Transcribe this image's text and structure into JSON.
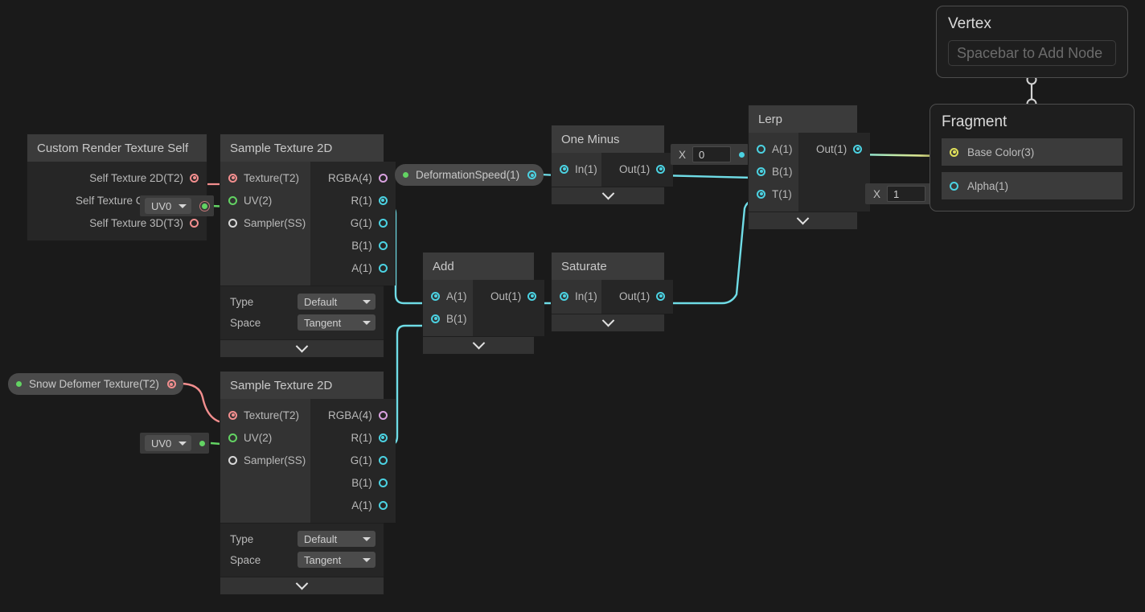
{
  "app": {
    "kind": "shader-graph-editor",
    "background": "#1a1a1a"
  },
  "colors": {
    "texture_port": "#f28e8e",
    "uv_port": "#63d363",
    "vector1_port": "#4bd2e2",
    "vector4_port": "#d9a2e0",
    "basecolor_port": "#e0e05a",
    "node_title_bg": "#3b3b3b",
    "node_body_bg": "#262626",
    "input_col_bg": "#333333"
  },
  "nodes": {
    "custom_render_texture_self": {
      "title": "Custom Render Texture Self",
      "inputs": [],
      "outputs": [
        {
          "label": "Self Texture 2D(T2)",
          "type": "texture",
          "connected": true
        },
        {
          "label": "Self Texture Cube(TC)",
          "type": "texture",
          "connected": false
        },
        {
          "label": "Self Texture 3D(T3)",
          "type": "texture",
          "connected": false
        }
      ]
    },
    "sample_texture_2d_top": {
      "title": "Sample Texture 2D",
      "inputs": [
        {
          "label": "Texture(T2)",
          "type": "texture",
          "connected": true
        },
        {
          "label": "UV(2)",
          "type": "uv",
          "connected": true
        },
        {
          "label": "Sampler(SS)",
          "type": "sampler",
          "connected": false
        }
      ],
      "outputs": [
        {
          "label": "RGBA(4)",
          "type": "vector4",
          "connected": false
        },
        {
          "label": "R(1)",
          "type": "vector1",
          "connected": true
        },
        {
          "label": "G(1)",
          "type": "vector1",
          "connected": false
        },
        {
          "label": "B(1)",
          "type": "vector1",
          "connected": false
        },
        {
          "label": "A(1)",
          "type": "vector1",
          "connected": false
        }
      ],
      "settings": [
        {
          "label": "Type",
          "value": "Default"
        },
        {
          "label": "Space",
          "value": "Tangent"
        }
      ]
    },
    "sample_texture_2d_bottom": {
      "title": "Sample Texture 2D",
      "inputs": [
        {
          "label": "Texture(T2)",
          "type": "texture",
          "connected": true
        },
        {
          "label": "UV(2)",
          "type": "uv",
          "connected": true
        },
        {
          "label": "Sampler(SS)",
          "type": "sampler",
          "connected": false
        }
      ],
      "outputs": [
        {
          "label": "RGBA(4)",
          "type": "vector4",
          "connected": false
        },
        {
          "label": "R(1)",
          "type": "vector1",
          "connected": true
        },
        {
          "label": "G(1)",
          "type": "vector1",
          "connected": false
        },
        {
          "label": "B(1)",
          "type": "vector1",
          "connected": false
        },
        {
          "label": "A(1)",
          "type": "vector1",
          "connected": false
        }
      ],
      "settings": [
        {
          "label": "Type",
          "value": "Default"
        },
        {
          "label": "Space",
          "value": "Tangent"
        }
      ]
    },
    "add": {
      "title": "Add",
      "inputs": [
        {
          "label": "A(1)",
          "type": "vector1",
          "connected": true
        },
        {
          "label": "B(1)",
          "type": "vector1",
          "connected": true
        }
      ],
      "outputs": [
        {
          "label": "Out(1)",
          "type": "vector1",
          "connected": true
        }
      ]
    },
    "saturate": {
      "title": "Saturate",
      "inputs": [
        {
          "label": "In(1)",
          "type": "vector1",
          "connected": true
        }
      ],
      "outputs": [
        {
          "label": "Out(1)",
          "type": "vector1",
          "connected": true
        }
      ]
    },
    "one_minus": {
      "title": "One Minus",
      "inputs": [
        {
          "label": "In(1)",
          "type": "vector1",
          "connected": true
        }
      ],
      "outputs": [
        {
          "label": "Out(1)",
          "type": "vector1",
          "connected": true
        }
      ]
    },
    "lerp": {
      "title": "Lerp",
      "inputs": [
        {
          "label": "A(1)",
          "type": "vector1",
          "connected": false
        },
        {
          "label": "B(1)",
          "type": "vector1",
          "connected": true
        },
        {
          "label": "T(1)",
          "type": "vector1",
          "connected": true
        }
      ],
      "outputs": [
        {
          "label": "Out(1)",
          "type": "vector1",
          "connected": true
        }
      ]
    }
  },
  "properties": {
    "deformation_speed": {
      "label": "DeformationSpeed(1)",
      "type": "vector1"
    },
    "snow_deformer_texture": {
      "label": "Snow Defomer Texture(T2)",
      "type": "texture"
    }
  },
  "widgets": {
    "uv0_top": {
      "label": "UV0"
    },
    "uv0_bottom": {
      "label": "UV0"
    },
    "float_lerp_a": {
      "axis_label": "X",
      "value": "0"
    },
    "float_alpha": {
      "axis_label": "X",
      "value": "1"
    }
  },
  "context_blocks": {
    "vertex": {
      "title": "Vertex",
      "placeholder": "Spacebar to Add Node",
      "blocks": []
    },
    "fragment": {
      "title": "Fragment",
      "blocks": [
        {
          "label": "Base Color(3)",
          "type": "vector3",
          "connected": true
        },
        {
          "label": "Alpha(1)",
          "type": "vector1",
          "connected": true
        }
      ]
    }
  }
}
